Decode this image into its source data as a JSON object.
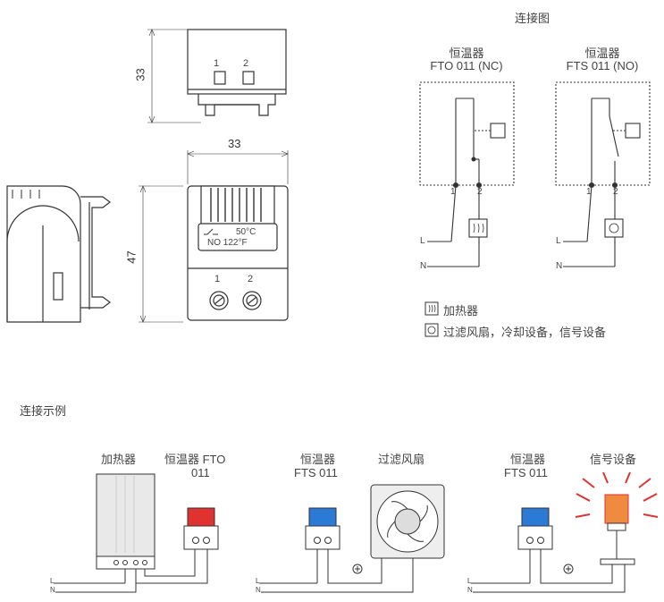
{
  "dims": {
    "h_top": "33",
    "w": "33",
    "h_side": "47"
  },
  "device_labels": {
    "temp_c": "50°C",
    "temp_f": "NO 122°F",
    "terminals_front": [
      "1",
      "2"
    ],
    "terminals_top": [
      "1",
      "2"
    ]
  },
  "wiring": {
    "title": "连接图",
    "left": {
      "title": "恒温器",
      "model": "FTO 011 (NC)",
      "t1": "1",
      "t2": "2",
      "l": "L",
      "n": "N"
    },
    "right": {
      "title": "恒温器",
      "model": "FTS 011 (NO)",
      "t1": "1",
      "t2": "2",
      "l": "L",
      "n": "N"
    }
  },
  "legend": {
    "heater": "加热器",
    "fan": "过滤风扇，冷却设备，信号设备"
  },
  "examples": {
    "title": "连接示例",
    "ex1": {
      "a": "加热器",
      "b": "恒温器 FTO",
      "b2": "011"
    },
    "ex2": {
      "a": "恒温器",
      "a2": "FTS 011",
      "b": "过滤风扇"
    },
    "ex3": {
      "a": "恒温器",
      "a2": "FTS 011",
      "b": "信号设备"
    },
    "l": "L",
    "n": "N"
  }
}
